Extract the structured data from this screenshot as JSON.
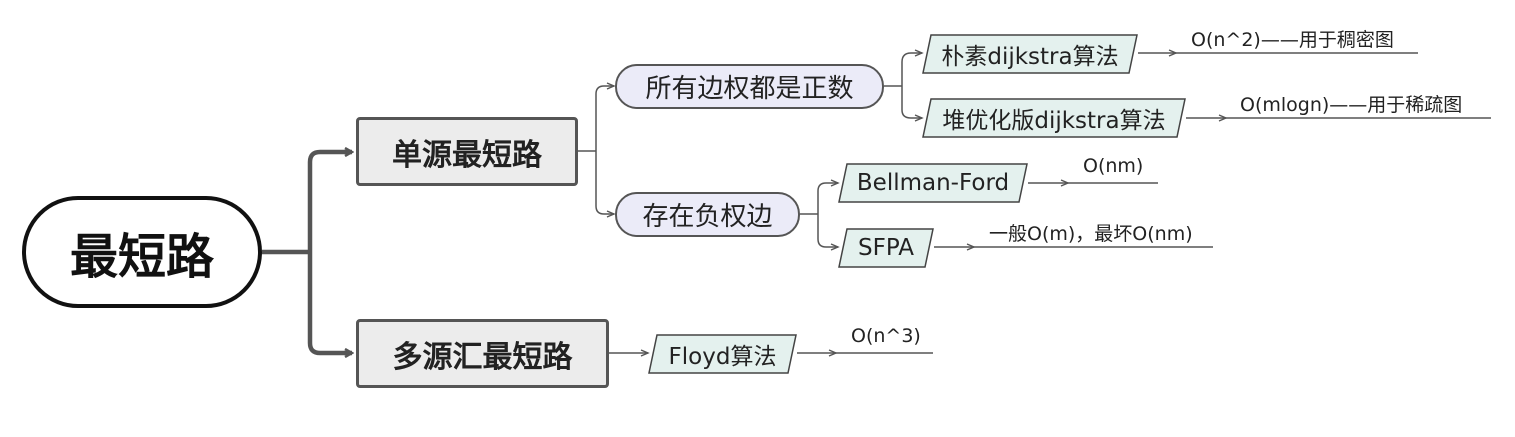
{
  "root": {
    "label": "最短路"
  },
  "branches": {
    "single_source": {
      "label": "单源最短路"
    },
    "multi_source": {
      "label": "多源汇最短路"
    }
  },
  "single_source": {
    "positive": {
      "label": "所有边权都是正数"
    },
    "negative": {
      "label": "存在负权边"
    }
  },
  "algorithms": {
    "naive_dijkstra": {
      "label": "朴素dijkstra算法",
      "note": "O(n^2)——用于稠密图"
    },
    "heap_dijkstra": {
      "label": "堆优化版dijkstra算法",
      "note": "O(mlogn)——用于稀疏图"
    },
    "bellman_ford": {
      "label": "Bellman-Ford",
      "note": "O(nm)"
    },
    "spfa": {
      "label": "SFPA",
      "note": "一般O(m)，最坏O(nm)"
    },
    "floyd": {
      "label": "Floyd算法",
      "note": "O(n^3)"
    }
  },
  "colors": {
    "root_border": "#111111",
    "level1_fill": "#ececec",
    "level2_fill": "#ebebf8",
    "algorithm_fill": "#e4f1ee",
    "connector": "#555555"
  }
}
